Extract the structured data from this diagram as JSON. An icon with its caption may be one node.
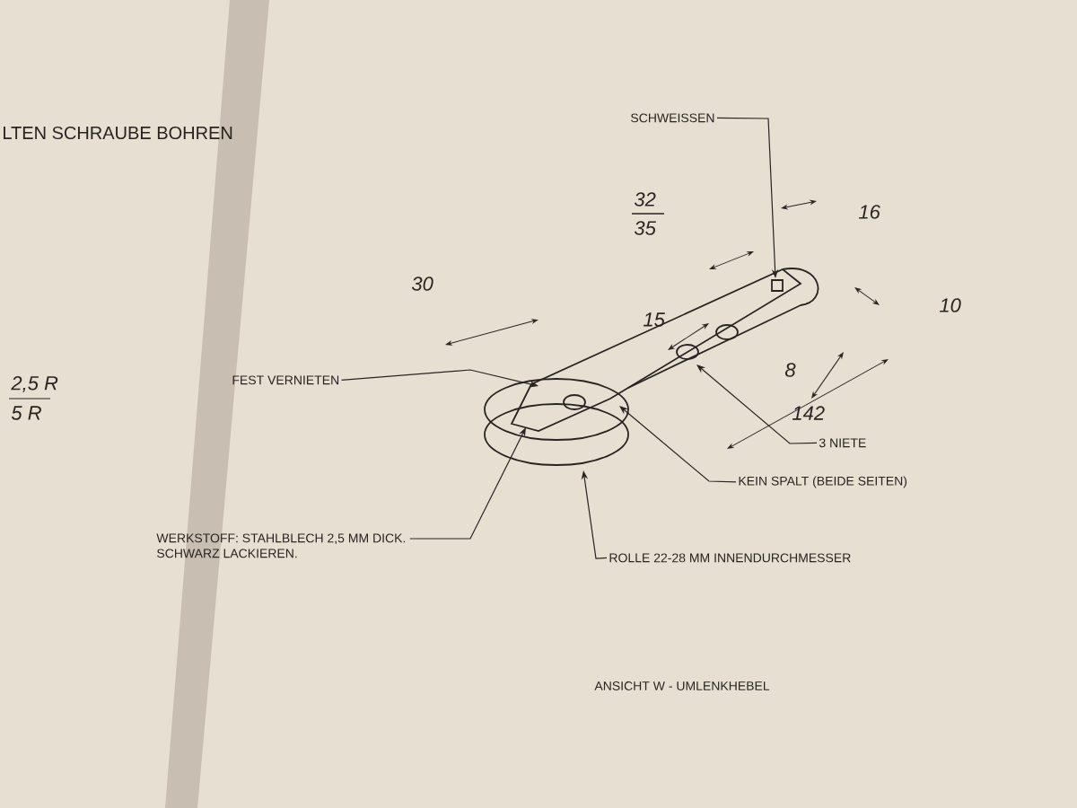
{
  "diagram": {
    "caption": "ANSICHT W - UMLENKHEBEL",
    "nodes": [
      {
        "text": [
          "SCHWEISSEN"
        ]
      },
      {
        "text": [
          "FEST VERNIETEN"
        ]
      },
      {
        "text": [
          "WERKSTOFF: STAHLBLECH 2,5 MM DICK.",
          "SCHWARZ LACKIEREN."
        ]
      },
      {
        "text": [
          "3 NIETE"
        ]
      },
      {
        "text": [
          "KEIN SPALT (BEIDE SEITEN)"
        ]
      },
      {
        "text": [
          "ROLLE 22-28 MM INNENDURCHMESSER"
        ]
      },
      {
        "text": [],
        "shape": "picture"
      }
    ],
    "edges": [
      {
        "from": 0,
        "to": 6,
        "arrow": "to"
      },
      {
        "from": 1,
        "to": 6,
        "arrow": "to"
      },
      {
        "from": 2,
        "to": 6,
        "arrow": "to"
      },
      {
        "from": 3,
        "to": 6,
        "arrow": "to"
      },
      {
        "from": 4,
        "to": 6,
        "arrow": "to"
      },
      {
        "from": 5,
        "to": 6,
        "arrow": "to"
      }
    ],
    "labels": [
      "LTEN SCHRAUBE BOHREN",
      "32",
      "16",
      "35",
      "30",
      "10",
      "15",
      "8",
      "2,5 R",
      "5 R",
      "142"
    ]
  }
}
